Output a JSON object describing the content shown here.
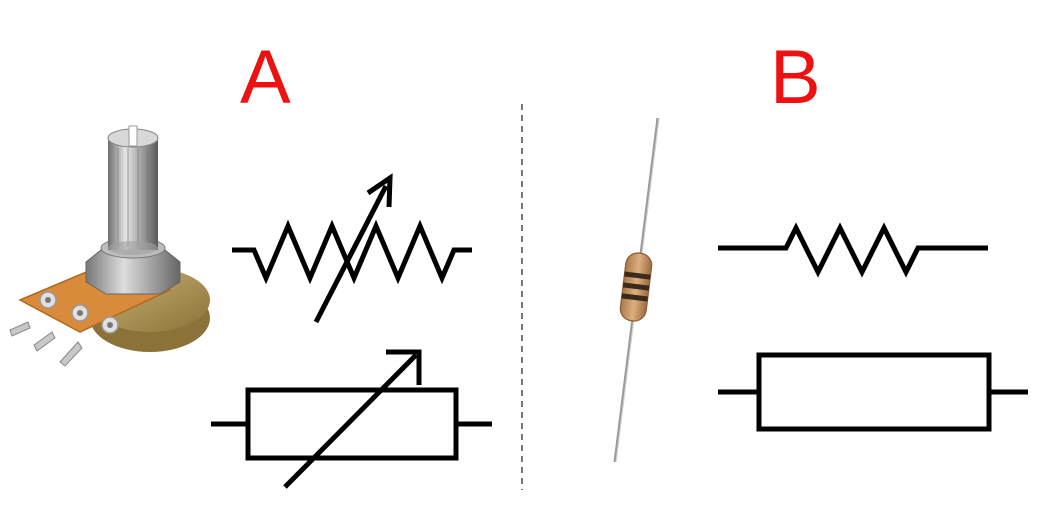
{
  "panels": {
    "a": {
      "label": "A"
    },
    "b": {
      "label": "B"
    }
  },
  "colors": {
    "label": "#ee1111",
    "line": "#000000",
    "divider": "#555555",
    "brass": "#b89b54",
    "shaft": "#9a9a9a",
    "board": "#d98a3a",
    "resistor_body": "#c99a6a",
    "band": "#3b2a1a"
  },
  "icons": {
    "potentiometer": "potentiometer-photo",
    "resistor": "resistor-photo",
    "variable_resistor_zigzag": "variable-resistor-zigzag-symbol",
    "variable_resistor_box": "variable-resistor-box-symbol",
    "fixed_resistor_zigzag": "fixed-resistor-zigzag-symbol",
    "fixed_resistor_box": "fixed-resistor-box-symbol"
  }
}
